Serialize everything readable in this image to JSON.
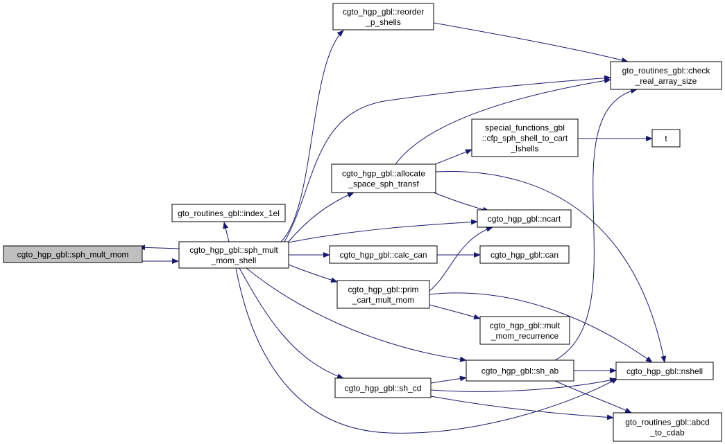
{
  "diagram": {
    "edge_color": "#191970",
    "root_fill": "#bfbfbf",
    "nodes": [
      {
        "id": "sph_mult_mom",
        "lines": [
          "cgto_hgp_gbl::sph_mult_mom"
        ]
      },
      {
        "id": "index_1el",
        "lines": [
          "gto_routines_gbl::index_1el"
        ]
      },
      {
        "id": "sph_mult_mom_shell",
        "lines": [
          "cgto_hgp_gbl::sph_mult",
          "_mom_shell"
        ]
      },
      {
        "id": "reorder_p_shells",
        "lines": [
          "cgto_hgp_gbl::reorder",
          "_p_shells"
        ]
      },
      {
        "id": "check_real_array_size",
        "lines": [
          "gto_routines_gbl::check",
          "_real_array_size"
        ]
      },
      {
        "id": "cfp_sph_shell_to_cart_lshells",
        "lines": [
          "special_functions_gbl",
          "::cfp_sph_shell_to_cart",
          "_lshells"
        ]
      },
      {
        "id": "t",
        "lines": [
          "t"
        ]
      },
      {
        "id": "allocate_space_sph_transf",
        "lines": [
          "cgto_hgp_gbl::allocate",
          "_space_sph_transf"
        ]
      },
      {
        "id": "ncart",
        "lines": [
          "cgto_hgp_gbl::ncart"
        ]
      },
      {
        "id": "calc_can",
        "lines": [
          "cgto_hgp_gbl::calc_can"
        ]
      },
      {
        "id": "can",
        "lines": [
          "cgto_hgp_gbl::can"
        ]
      },
      {
        "id": "prim_cart_mult_mom",
        "lines": [
          "cgto_hgp_gbl::prim",
          "_cart_mult_mom"
        ]
      },
      {
        "id": "mult_mom_recurrence",
        "lines": [
          "cgto_hgp_gbl::mult",
          "_mom_recurrence"
        ]
      },
      {
        "id": "sh_ab",
        "lines": [
          "cgto_hgp_gbl::sh_ab"
        ]
      },
      {
        "id": "nshell",
        "lines": [
          "cgto_hgp_gbl::nshell"
        ]
      },
      {
        "id": "sh_cd",
        "lines": [
          "cgto_hgp_gbl::sh_cd"
        ]
      },
      {
        "id": "abcd_to_cdab",
        "lines": [
          "gto_routines_gbl::abcd",
          "_to_cdab"
        ]
      }
    ],
    "edges": [
      {
        "from": "sph_mult_mom",
        "to": "sph_mult_mom_shell"
      },
      {
        "from": "sph_mult_mom_shell",
        "to": "sph_mult_mom"
      },
      {
        "from": "sph_mult_mom_shell",
        "to": "index_1el"
      },
      {
        "from": "sph_mult_mom_shell",
        "to": "reorder_p_shells"
      },
      {
        "from": "sph_mult_mom_shell",
        "to": "check_real_array_size"
      },
      {
        "from": "sph_mult_mom_shell",
        "to": "allocate_space_sph_transf"
      },
      {
        "from": "sph_mult_mom_shell",
        "to": "ncart"
      },
      {
        "from": "sph_mult_mom_shell",
        "to": "calc_can"
      },
      {
        "from": "sph_mult_mom_shell",
        "to": "prim_cart_mult_mom"
      },
      {
        "from": "sph_mult_mom_shell",
        "to": "sh_ab"
      },
      {
        "from": "sph_mult_mom_shell",
        "to": "sh_cd"
      },
      {
        "from": "sph_mult_mom_shell",
        "to": "nshell"
      },
      {
        "from": "reorder_p_shells",
        "to": "check_real_array_size"
      },
      {
        "from": "allocate_space_sph_transf",
        "to": "check_real_array_size"
      },
      {
        "from": "allocate_space_sph_transf",
        "to": "cfp_sph_shell_to_cart_lshells"
      },
      {
        "from": "allocate_space_sph_transf",
        "to": "ncart"
      },
      {
        "from": "allocate_space_sph_transf",
        "to": "nshell"
      },
      {
        "from": "cfp_sph_shell_to_cart_lshells",
        "to": "t"
      },
      {
        "from": "calc_can",
        "to": "can"
      },
      {
        "from": "prim_cart_mult_mom",
        "to": "ncart"
      },
      {
        "from": "prim_cart_mult_mom",
        "to": "mult_mom_recurrence"
      },
      {
        "from": "prim_cart_mult_mom",
        "to": "nshell"
      },
      {
        "from": "sh_ab",
        "to": "check_real_array_size"
      },
      {
        "from": "sh_ab",
        "to": "nshell"
      },
      {
        "from": "sh_ab",
        "to": "abcd_to_cdab"
      },
      {
        "from": "sh_cd",
        "to": "sh_ab"
      },
      {
        "from": "sh_cd",
        "to": "nshell"
      },
      {
        "from": "sh_cd",
        "to": "abcd_to_cdab"
      }
    ]
  }
}
